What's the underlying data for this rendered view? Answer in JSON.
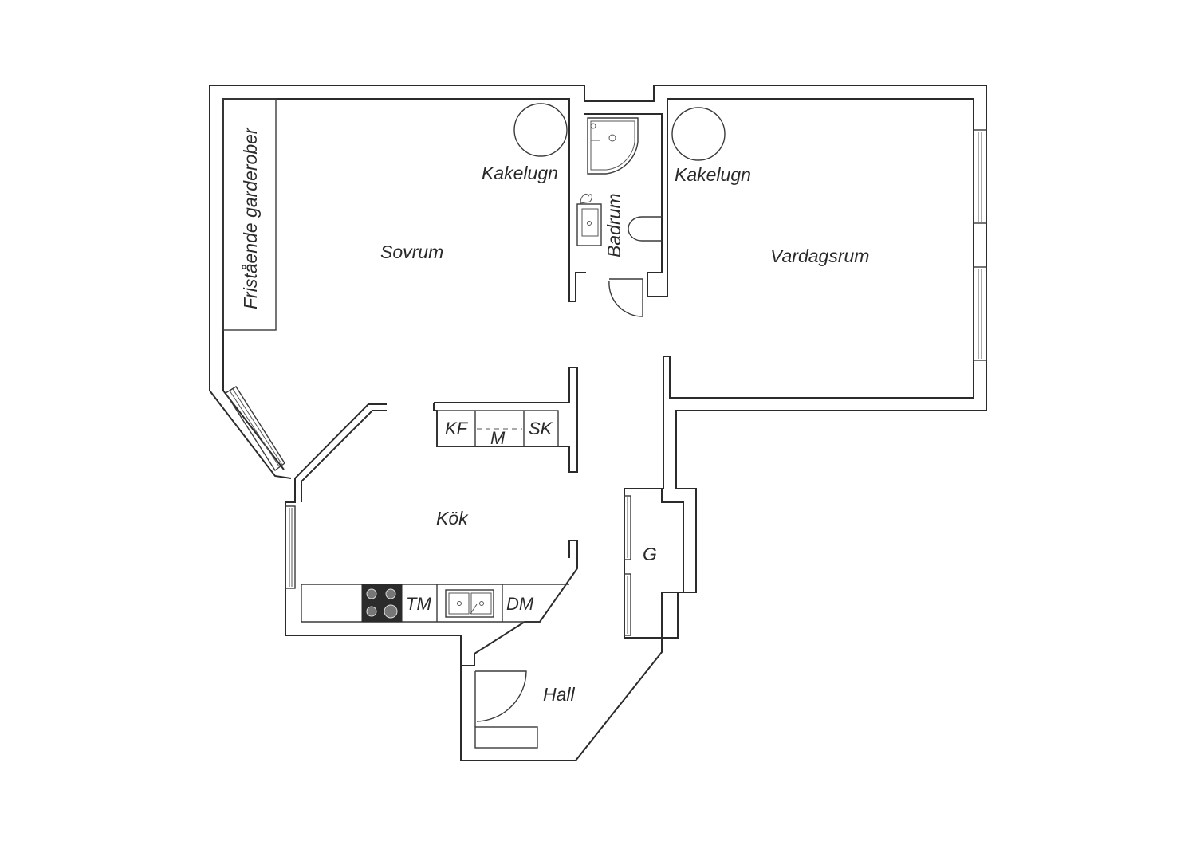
{
  "rooms": {
    "sovrum": "Sovrum",
    "vardagsrum": "Vardagsrum",
    "badrum": "Badrum",
    "kok": "Kök",
    "hall": "Hall"
  },
  "features": {
    "wardrobes": "Fristående garderober",
    "stove_left": "Kakelugn",
    "stove_right": "Kakelugn",
    "closet": "G"
  },
  "fixtures": {
    "fridge_freezer": "KF",
    "microwave": "M",
    "cabinet": "SK",
    "washing_machine": "TM",
    "dishwasher": "DM"
  }
}
